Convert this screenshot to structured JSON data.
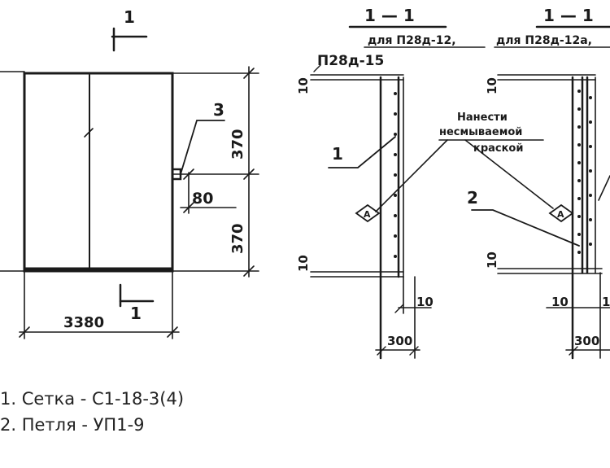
{
  "plan_view": {
    "section_marker_top": "1",
    "section_marker_bottom": "1",
    "callout_number": "3",
    "dim_upper": "370",
    "dim_lower": "370",
    "dim_offset": "80",
    "dim_width": "3380"
  },
  "section_left": {
    "title": "1 — 1",
    "subtitle_line1": "для  П28д-12,",
    "subtitle_line2": "П28д-15",
    "dim_top": "10",
    "dim_bottom": "10",
    "dim_edge": "10",
    "dim_thickness": "300",
    "callout_number": "1"
  },
  "section_right": {
    "title": "1 — 1",
    "subtitle": "для П28д-12а,",
    "dim_top": "10",
    "dim_bottom": "10",
    "dim_edge": "10",
    "dim_edge_cut": "1",
    "dim_thickness": "300",
    "callout_number": "2"
  },
  "note": {
    "line1": "Нанести",
    "line2": "несмываемой",
    "line3": "краской",
    "marker_left": "А",
    "marker_right": "А"
  },
  "legend": [
    "1. Сетка - С1-18-3(4)",
    "2. Петля - УП1-9"
  ]
}
